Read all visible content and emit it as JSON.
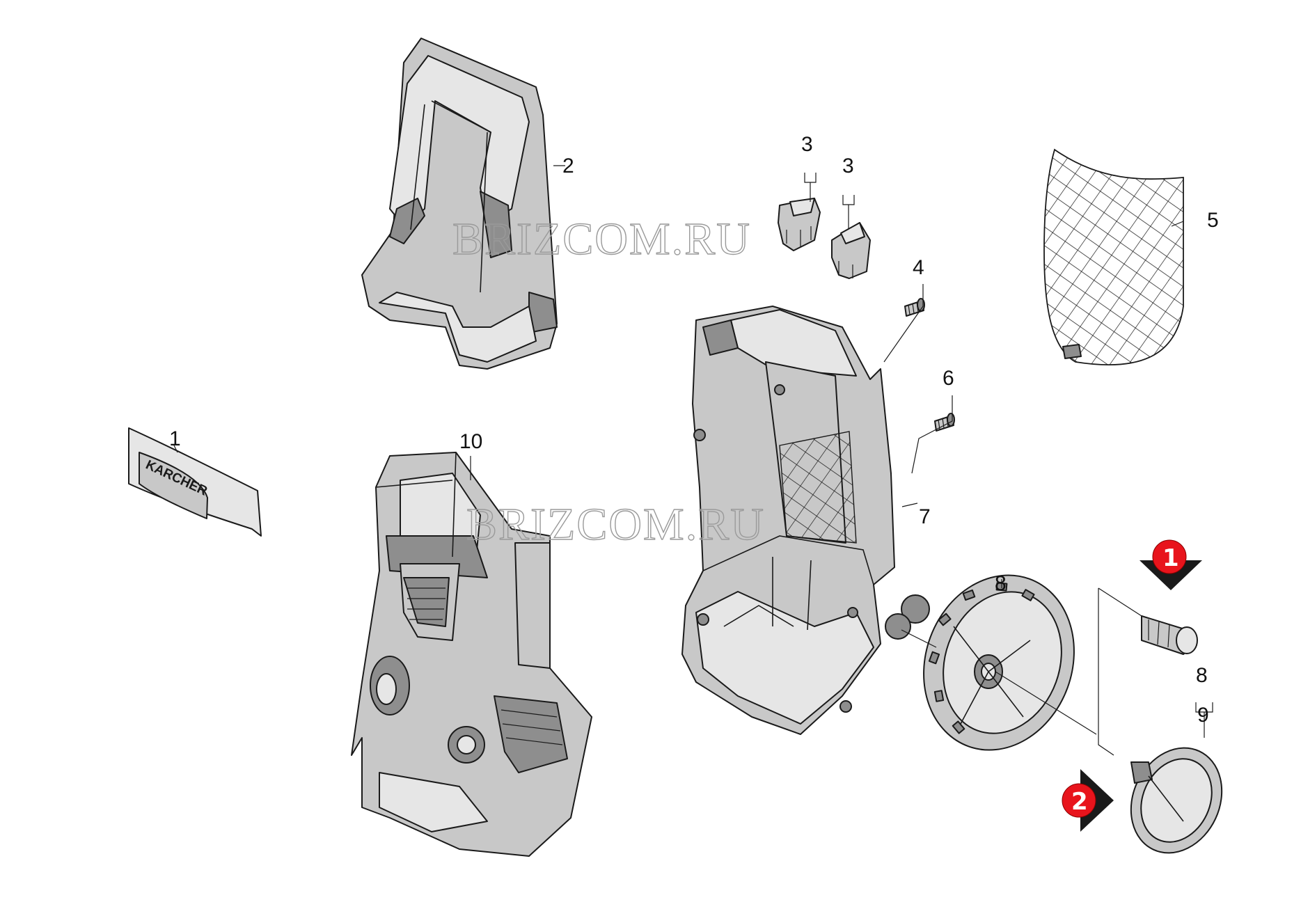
{
  "watermarks": [
    "BRIZCOM.RU",
    "BRIZCOM.RU"
  ],
  "brand_logo": "KARCHER",
  "callouts": {
    "c1": "1",
    "c2": "2",
    "c3a": "3",
    "c3b": "3",
    "c4": "4",
    "c5": "5",
    "c6": "6",
    "c7": "7",
    "c8a": "8",
    "c8b": "8",
    "c9": "9",
    "c10": "10"
  },
  "markers": {
    "m1": "1",
    "m2": "2"
  },
  "colors": {
    "marker_red": "#e8141c",
    "marker_arrow": "#1a1a1a",
    "part_fill": "#c8c8c8"
  }
}
